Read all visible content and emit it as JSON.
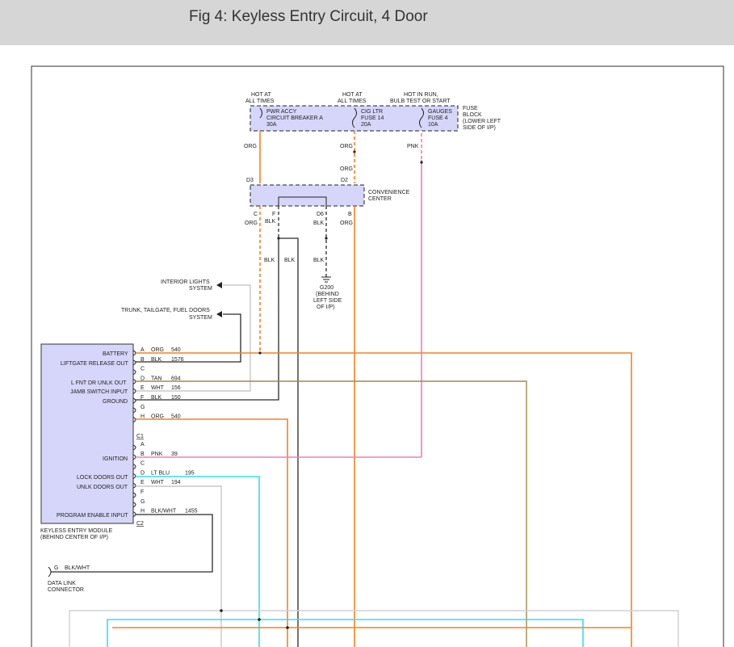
{
  "page": {
    "title": "Fig 4: Keyless Entry Circuit, 4 Door"
  },
  "colors": {
    "org": "#f5821f",
    "blk": "#2a2a2a",
    "pnk": "#f07fb4",
    "tan": "#a08a4a",
    "wht": "#c8c8c8",
    "ltblu": "#33e0ea",
    "component_fill": "#d6d6fa"
  },
  "fuse_block": {
    "label": [
      "FUSE",
      "BLOCK",
      "(LOWER LEFT",
      "SIDE OF I/P)"
    ],
    "supplies": [
      {
        "hot": [
          "HOT AT",
          "ALL TIMES"
        ],
        "name": [
          "PWR ACCY",
          "CIRCUIT BREAKER A",
          "30A"
        ],
        "wire": "ORG"
      },
      {
        "hot": [
          "HOT AT",
          "ALL TIMES"
        ],
        "name": [
          "CIG LTR",
          "FUSE 14",
          "20A"
        ],
        "wire": "ORG"
      },
      {
        "hot": [
          "HOT IN RUN,",
          "BULB TEST OR START"
        ],
        "name": [
          "GAUGES",
          "FUSE 4",
          "10A"
        ],
        "wire": "PNK"
      }
    ]
  },
  "convenience_center": {
    "label": [
      "CONVENIENCE",
      "CENTER"
    ],
    "wire_in": "ORG",
    "pins_top": [
      "D3",
      "D2"
    ],
    "pins_bottom": [
      "C",
      "F",
      "D6",
      "B"
    ],
    "wires_out": [
      "ORG",
      "BLK",
      "BLK",
      "ORG"
    ],
    "blk_splice_wires": [
      "BLK",
      "BLK"
    ],
    "ground_wire": "BLK"
  },
  "ground": {
    "label": [
      "G200",
      "(BEHIND",
      "LEFT SIDE",
      "OF I/P)"
    ]
  },
  "systems": {
    "interior_lights": [
      "INTERIOR LIGHTS",
      "SYSTEM"
    ],
    "trunk": [
      "TRUNK, TAILGATE, FUEL DOORS",
      "SYSTEM"
    ]
  },
  "module": {
    "label": [
      "KEYLESS ENTRY MODULE",
      "(BEHIND CENTER OF I/P)"
    ],
    "c1_label": "C1",
    "c2_label": "C2",
    "functions": [
      "BATTERY",
      "LIFTGATE RELEASE OUT",
      "L FNT DR UNLK OUT",
      "JAMB SWITCH INPUT",
      "GROUND",
      "IGNITION",
      "LOCK DOORS OUT",
      "UNLK DOORS OUT",
      "PROGRAM ENABLE INPUT"
    ],
    "c2_pins": [
      {
        "pin": "A",
        "color": "ORG",
        "circuit": "540"
      },
      {
        "pin": "B",
        "color": "BLK",
        "circuit": "1576"
      },
      {
        "pin": "C",
        "color": "",
        "circuit": ""
      },
      {
        "pin": "D",
        "color": "TAN",
        "circuit": "694"
      },
      {
        "pin": "E",
        "color": "WHT",
        "circuit": "156"
      },
      {
        "pin": "F",
        "color": "BLK",
        "circuit": "150"
      },
      {
        "pin": "G",
        "color": "",
        "circuit": ""
      },
      {
        "pin": "H",
        "color": "ORG",
        "circuit": "540"
      }
    ],
    "c1_pins": [
      {
        "pin": "A",
        "color": "",
        "circuit": ""
      },
      {
        "pin": "B",
        "color": "PNK",
        "circuit": "39"
      },
      {
        "pin": "C",
        "color": "",
        "circuit": ""
      },
      {
        "pin": "D",
        "color": "LT BLU",
        "circuit": "195"
      },
      {
        "pin": "E",
        "color": "WHT",
        "circuit": "194"
      },
      {
        "pin": "F",
        "color": "",
        "circuit": ""
      },
      {
        "pin": "G",
        "color": "",
        "circuit": ""
      },
      {
        "pin": "H",
        "color": "BLK/WHT",
        "circuit": "1455"
      }
    ]
  },
  "data_link": {
    "pin": "G",
    "color": "BLK/WHT",
    "label": [
      "DATA LINK",
      "CONNECTOR"
    ]
  }
}
